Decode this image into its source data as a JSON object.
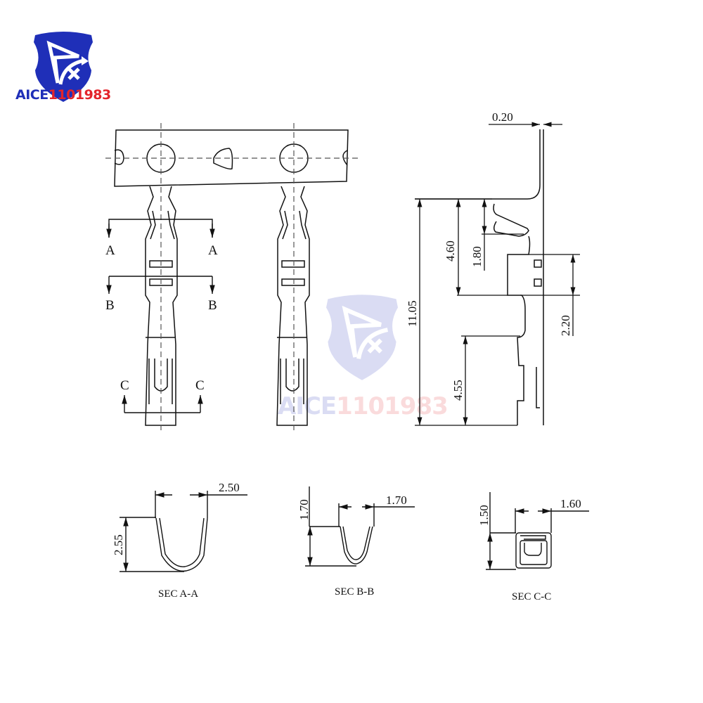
{
  "brand": {
    "logo_text_blue": "AICE",
    "logo_text_red": "1101983",
    "colors": {
      "blue": "#1f2fb8",
      "red": "#e3242b",
      "line": "#111111"
    }
  },
  "watermark": {
    "text_blue": "AICE",
    "text_red": "1101983"
  },
  "front_view": {
    "section_markers": [
      {
        "label": "A",
        "side": "left"
      },
      {
        "label": "A",
        "side": "right"
      },
      {
        "label": "B",
        "side": "left"
      },
      {
        "label": "B",
        "side": "right"
      },
      {
        "label": "C",
        "side": "left"
      },
      {
        "label": "C",
        "side": "right"
      }
    ]
  },
  "side_view": {
    "dimensions": {
      "thickness": "0.20",
      "total_length": "11.05",
      "contact_length": "4.60",
      "spring_length": "1.80",
      "box_length": "2.20",
      "crimp_length": "4.55"
    }
  },
  "sections": [
    {
      "title": "SEC A-A",
      "width": "2.50",
      "height": "2.55"
    },
    {
      "title": "SEC B-B",
      "width": "1.70",
      "height": "1.70"
    },
    {
      "title": "SEC C-C",
      "width": "1.60",
      "height": "1.50"
    }
  ]
}
